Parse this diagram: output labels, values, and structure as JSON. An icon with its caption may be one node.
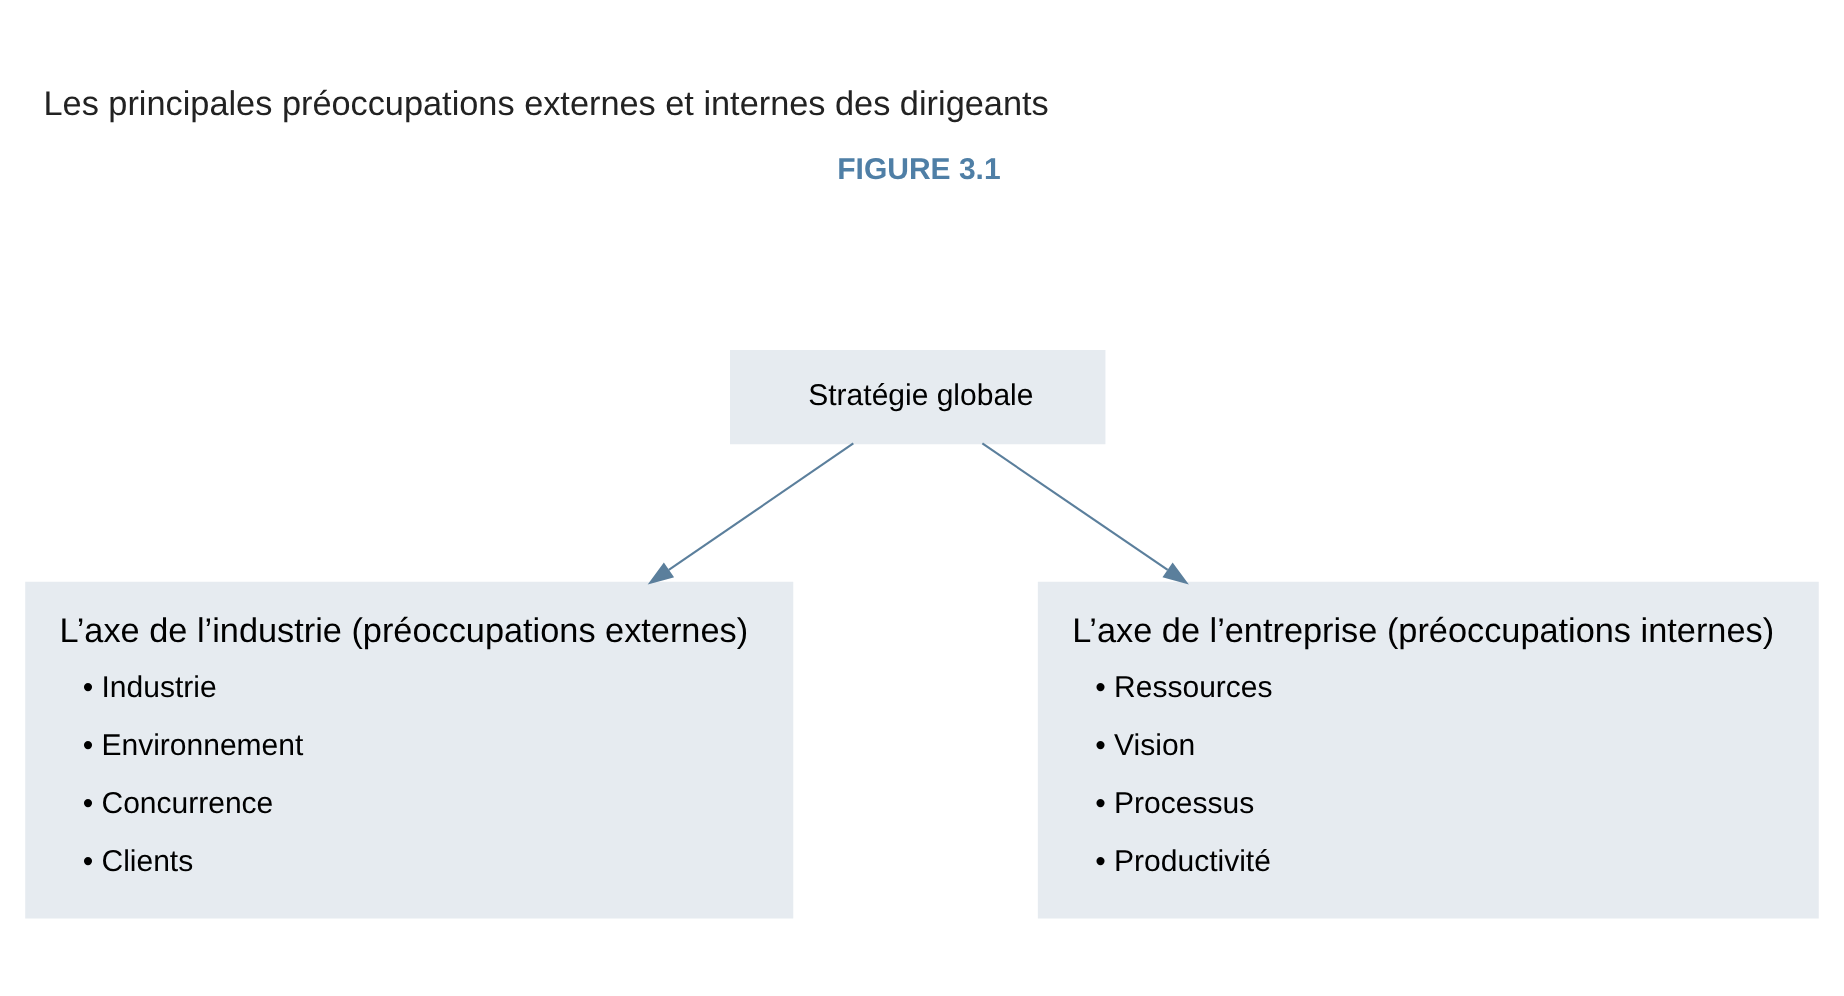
{
  "diagram": {
    "title": "Les principales préoccupations externes et internes des dirigeants",
    "nodes": [
      {
        "text": [
          "Stratégie globale"
        ]
      },
      {
        "text": [
          "L’axe de l’industrie (préoccupations externes)",
          "• Industrie",
          "• Environnement",
          "• Concurrence",
          "• Clients"
        ]
      },
      {
        "text": [
          "L’axe de l’entreprise (préoccupations internes)",
          "• Ressources",
          "• Vision",
          "• Processus",
          "• Productivité"
        ]
      }
    ],
    "edges": [
      {
        "from": 0,
        "to": 1,
        "arrow": "to"
      },
      {
        "from": 0,
        "to": 2,
        "arrow": "to"
      }
    ],
    "labels": [
      "FIGURE 3.1"
    ]
  }
}
